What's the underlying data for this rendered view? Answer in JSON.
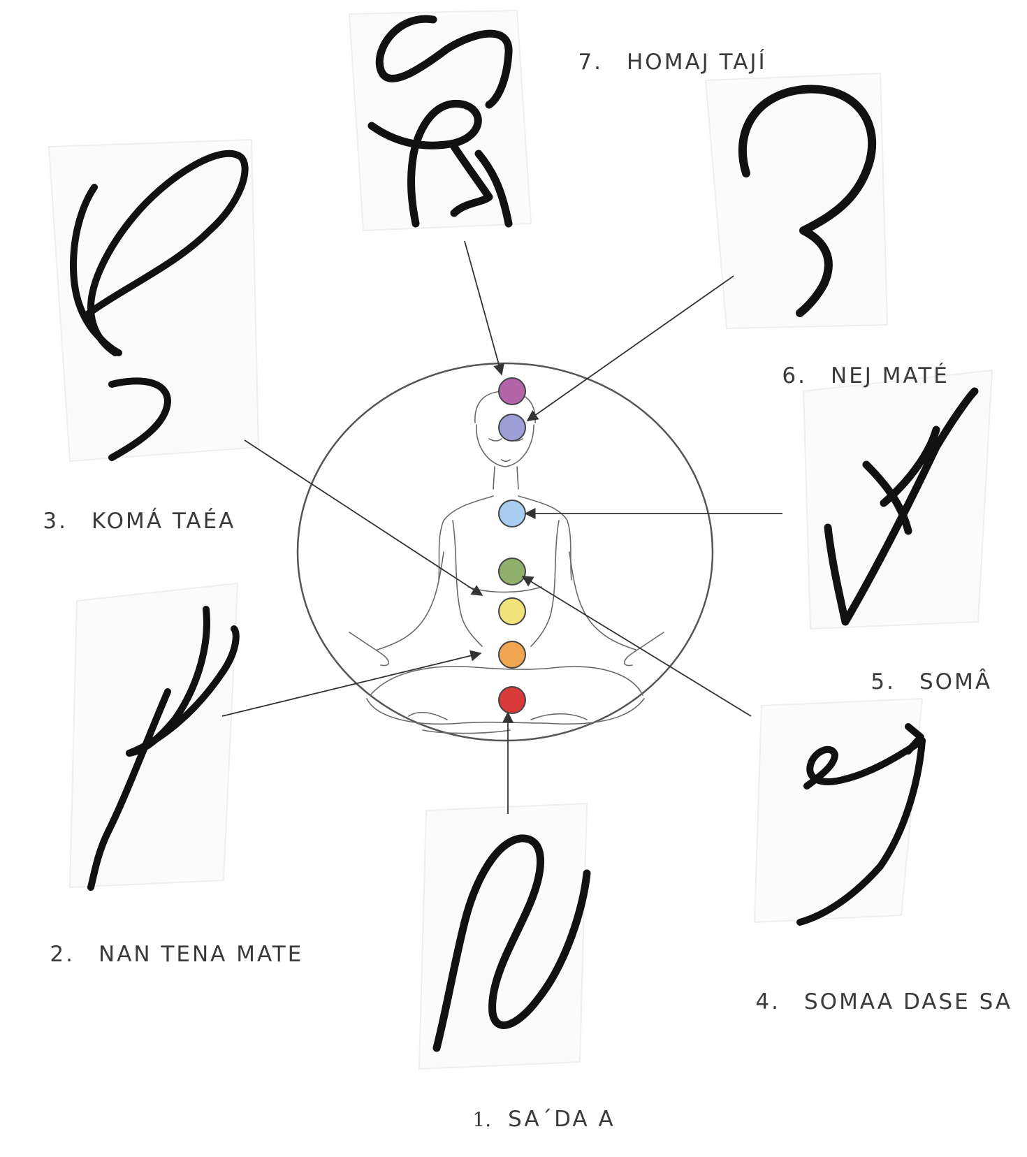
{
  "chakras": [
    {
      "id": "root",
      "color": "#d83a3a"
    },
    {
      "id": "sacral",
      "color": "#f0a550"
    },
    {
      "id": "solar-plexus",
      "color": "#f2e27a"
    },
    {
      "id": "heart",
      "color": "#8fb06a"
    },
    {
      "id": "throat",
      "color": "#a9cdf0"
    },
    {
      "id": "third-eye",
      "color": "#9d9fd6"
    },
    {
      "id": "crown",
      "color": "#b465a8"
    }
  ],
  "labels": {
    "s1": {
      "num": "1.",
      "name": "SA´DA A"
    },
    "s2": {
      "num": "2.",
      "name": "NAN TENA MATE"
    },
    "s3": {
      "num": "3.",
      "name": "KOMÁ TAÉA"
    },
    "s4": {
      "num": "4.",
      "name": "SOMAA DASE SA"
    },
    "s5": {
      "num": "5.",
      "name": "SOMÂ"
    },
    "s6": {
      "num": "6.",
      "name": "NEJ MATÉ"
    },
    "s7": {
      "num": "7.",
      "name": "HOMAJ TAJÍ"
    }
  }
}
